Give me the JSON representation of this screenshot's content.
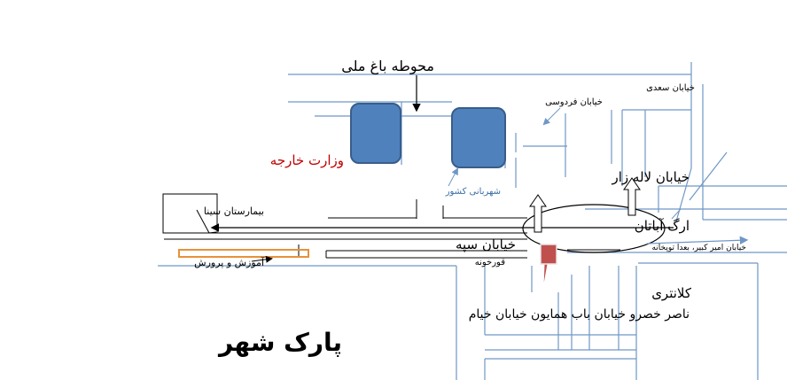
{
  "labels": {
    "bagh_meli": "محوطه باغ ملی",
    "vezarat_kharejeh": "وزارت خارجه",
    "shahrbani_keshvar": "شهربانی کشور",
    "bimarestan_sina": "بیمارستان سینا",
    "amoozesh_parvaresh": "آموزش و پرورش",
    "khiaban_sepah": "خیابان سپه",
    "ghoorkhaneh": "قورخونه",
    "khiaban_ferdowsi": "خیابان فردوسی",
    "khiaban_saadi": "خیابان سعدی",
    "khiaban_lalezar": "خیابان لاله زار",
    "arg_abatan": "ارگ آباتان",
    "khiaban_amir_kabir": "خیابان امیر کبیر، بعدا توپخانه",
    "kalantari": "کلانتری",
    "south_streets": "ناصر خصرو خیابان باب همایون خیابان خیام",
    "park_shahr": "پارک شهر"
  },
  "colors": {
    "street_line": "#6f97c6",
    "building_fill": "#4f81bd",
    "building_stroke": "#385d8a",
    "marker": "#c0504d",
    "orange_outline": "#e8913a",
    "red_text": "#c00000",
    "blue_text": "#3a6ea5",
    "black": "#000000"
  }
}
